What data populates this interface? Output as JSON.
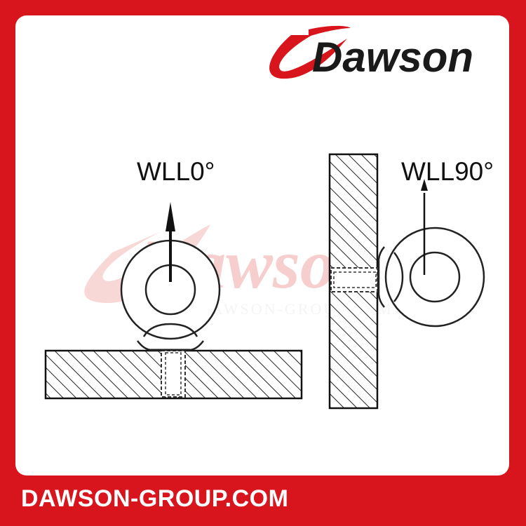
{
  "brand": {
    "logo_text": "Dawson",
    "accent_color": "#d8141c",
    "footer_url": "DAWSON-GROUP.COM"
  },
  "watermark": {
    "logo_text": "Dawson",
    "url": "WWW.DAWSON-GROUP.COM"
  },
  "diagram": {
    "left_label": "WLL0°",
    "right_label": "WLL90°"
  }
}
